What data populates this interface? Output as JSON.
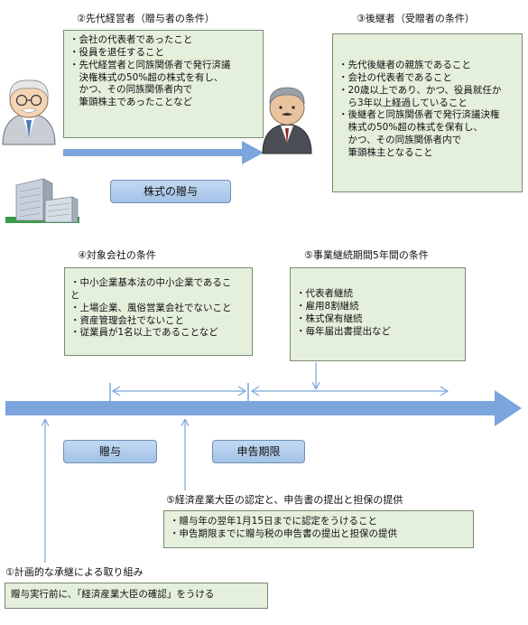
{
  "predecessor": {
    "heading": "②先代経営者（贈与者の条件）",
    "conditions": [
      "・会社の代表者であったこと",
      "・役員を退任すること",
      "・先代経営者と同族関係者で発行済議",
      "　決権株式の50%超の株式を有し、",
      "　かつ、その同族関係者内で",
      "　筆頭株主であったことなど"
    ]
  },
  "successor": {
    "heading": "③後継者（受贈者の条件）",
    "conditions": [
      "・先代後継者の親族であること",
      "・会社の代表者であること",
      "・20歳以上であり、かつ、役員就任か",
      "　ら3年以上経過していること",
      "・後継者と同族関係者で発行済議決権",
      "　株式の50%超の株式を保有し、",
      "　かつ、その同族関係者内で",
      "　筆頭株主となること"
    ]
  },
  "gift_label": "株式の贈与",
  "company": {
    "heading": "④対象会社の条件",
    "conditions": [
      "・中小企業基本法の中小企業であるこ",
      "と",
      "・上場企業、風俗営業会社でないこと",
      "・資産管理会社でないこと",
      "・従業員が1名以上であることなど"
    ]
  },
  "continuation": {
    "heading": "⑤事業継続期間5年間の条件",
    "conditions": [
      "・代表者継続",
      "・雇用8割継続",
      "・株式保有継続",
      "・毎年届出書提出など"
    ]
  },
  "timeline": {
    "gift_label": "贈与",
    "deadline_label": "申告期限"
  },
  "certification": {
    "heading": "⑤経済産業大臣の認定と、申告書の提出と担保の提供",
    "conditions": [
      "・贈与年の翌年1月15日までに認定をうけること",
      "・申告期限までに贈与税の申告書の提出と担保の提供"
    ]
  },
  "planning": {
    "heading": "①計画的な承継による取り組み",
    "text": "贈与実行前に、「経済産業大臣の確認」をうける"
  },
  "colors": {
    "arrow": "#7ba5dc",
    "box_fill": "#e4efdc",
    "box_border": "#7a8a74",
    "button_fill": "#b3cdec"
  },
  "icons": [
    "elderly-man-icon",
    "businessman-icon",
    "office-building-icon"
  ]
}
